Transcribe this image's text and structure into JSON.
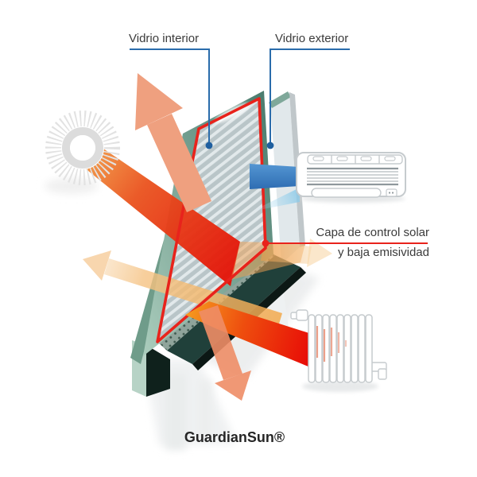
{
  "product": {
    "name": "GuardianSun®"
  },
  "labels": {
    "inner_glass": "Vidrio interior",
    "outer_glass": "Vidrio exterior",
    "coating_line1": "Capa de control solar",
    "coating_line2": "y baja emisividad"
  },
  "icons": {
    "sun": "sun-icon",
    "air_conditioner": "air-conditioner-icon",
    "radiator": "radiator-icon"
  },
  "arrows": [
    "solar-radiation-beam",
    "reflected-solar-heat-arrow",
    "transmitted-light-arrow-left",
    "transmitted-light-arrow-right",
    "cool-air-arrow",
    "indoor-heat-beam",
    "reflected-indoor-heat-arrow"
  ],
  "colors": {
    "label_line_blue": "#2a6cab",
    "callout_dot_blue": "#1f5f9f",
    "coating_red": "#e8231c",
    "glass_teal_dark": "#47796b",
    "glass_teal_light": "#abcdbd",
    "glass_face_gray": "#b9c5c8",
    "outer_glass_face": "#e1e8eb",
    "spacer_dark": "#20403a",
    "sun_beam_orange": "#f29c47",
    "sun_beam_red": "#e41408",
    "reflected_arrow_salmon": "#efa07f",
    "pale_light_arrow": "#f5c384",
    "indoor_heat_red": "#e80c07",
    "indoor_heat_orange": "#f69a1f",
    "ac_blue": "#3b7fc4",
    "appliance_outline": "#c6cbce",
    "text_dark": "#3b3b3b"
  }
}
